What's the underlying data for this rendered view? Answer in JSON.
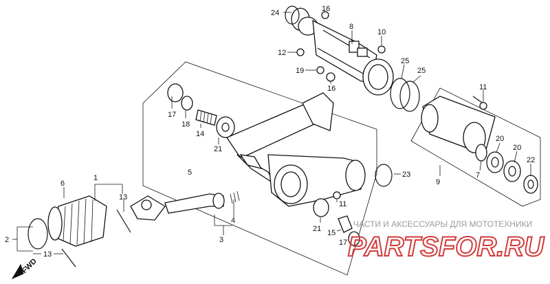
{
  "callouts": {
    "c1": "1",
    "c2": "2",
    "c3": "3",
    "c4": "4",
    "c5": "5",
    "c6": "6",
    "c7": "7",
    "c8": "8",
    "c9": "9",
    "c10": "10",
    "c11a": "11",
    "c11b": "11",
    "c12": "12",
    "c13a": "13",
    "c13b": "13",
    "c14": "14",
    "c15": "15",
    "c16a": "16",
    "c16b": "16",
    "c17a": "17",
    "c17b": "17",
    "c18": "18",
    "c19": "19",
    "c20a": "20",
    "c20b": "20",
    "c21a": "21",
    "c21b": "21",
    "c22": "22",
    "c23": "23",
    "c24": "24",
    "c25a": "25",
    "c25b": "25"
  },
  "direction_label": "FWD",
  "watermark": {
    "subtitle": "ЧАСТИ И АКСЕССУАРЫ ДЛЯ МОТОТЕХНИКИ",
    "brand": "PARTSFOR.RU"
  }
}
